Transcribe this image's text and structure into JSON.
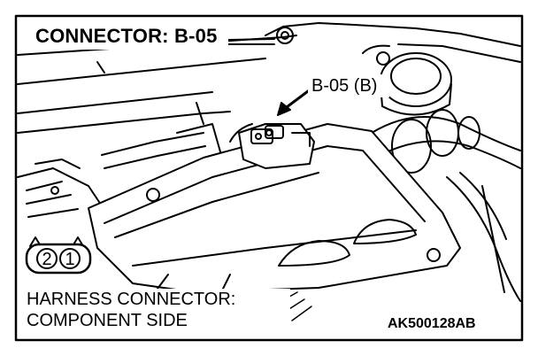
{
  "diagram": {
    "title": "CONNECTOR: B-05",
    "callout_label": "B-05 (B)",
    "harness_line1": "HARNESS CONNECTOR:",
    "harness_line2": "COMPONENT SIDE",
    "figure_code": "AK500128AB",
    "connector_pins": [
      "2",
      "1"
    ]
  }
}
